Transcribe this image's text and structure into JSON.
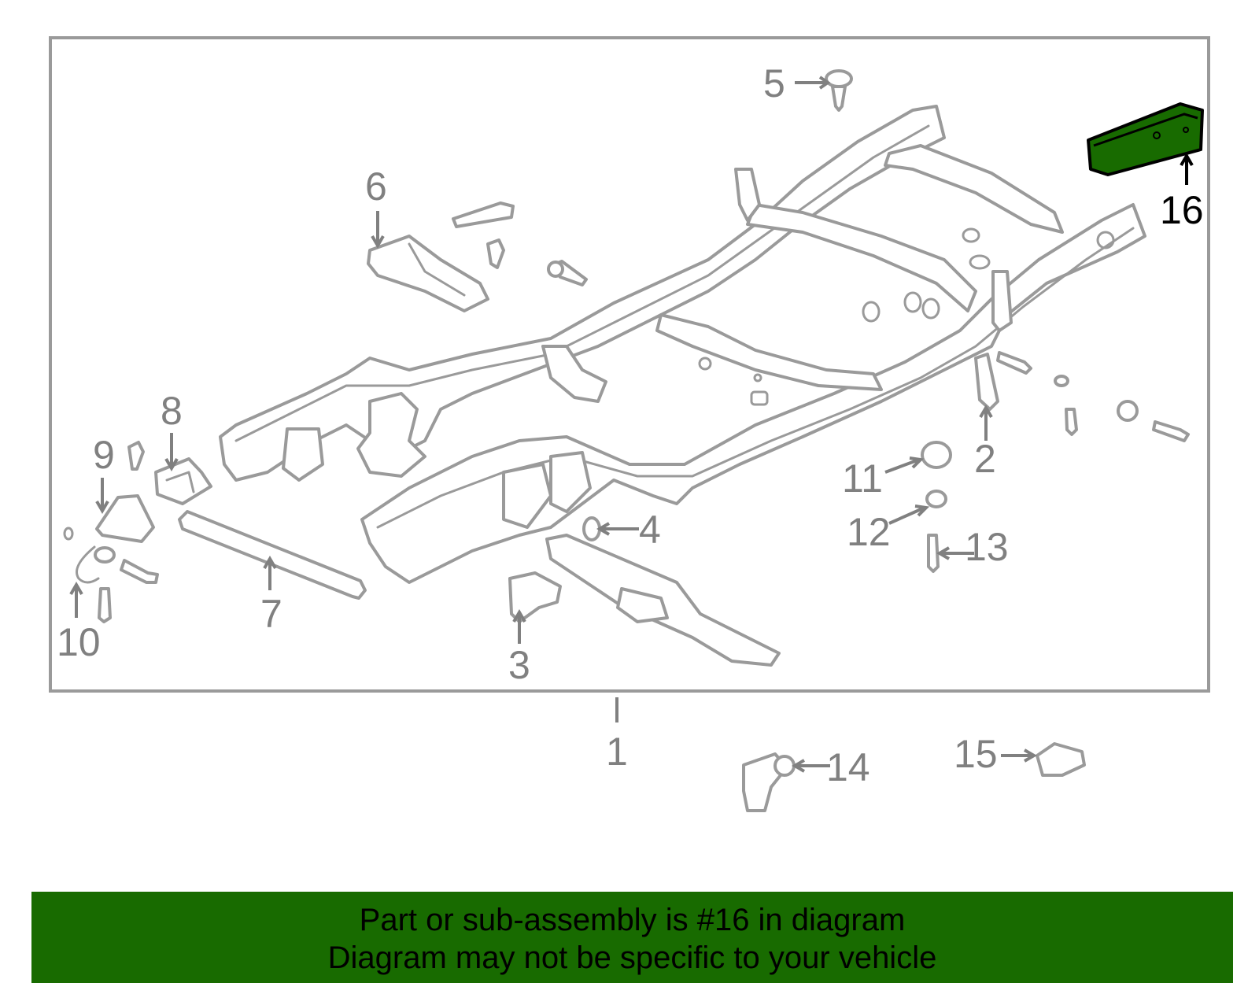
{
  "diagram": {
    "highlight_color": "#186b00",
    "callouts": {
      "c1": "1",
      "c2": "2",
      "c3": "3",
      "c4": "4",
      "c5": "5",
      "c6": "6",
      "c7": "7",
      "c8": "8",
      "c9": "9",
      "c10": "10",
      "c11": "11",
      "c12": "12",
      "c13": "13",
      "c14": "14",
      "c15": "15",
      "c16": "16"
    },
    "highlighted_part": "16"
  },
  "banner": {
    "background": "#186b00",
    "line1": "Part or sub-assembly is #16 in diagram",
    "line2": "Diagram may not be specific to your vehicle"
  }
}
